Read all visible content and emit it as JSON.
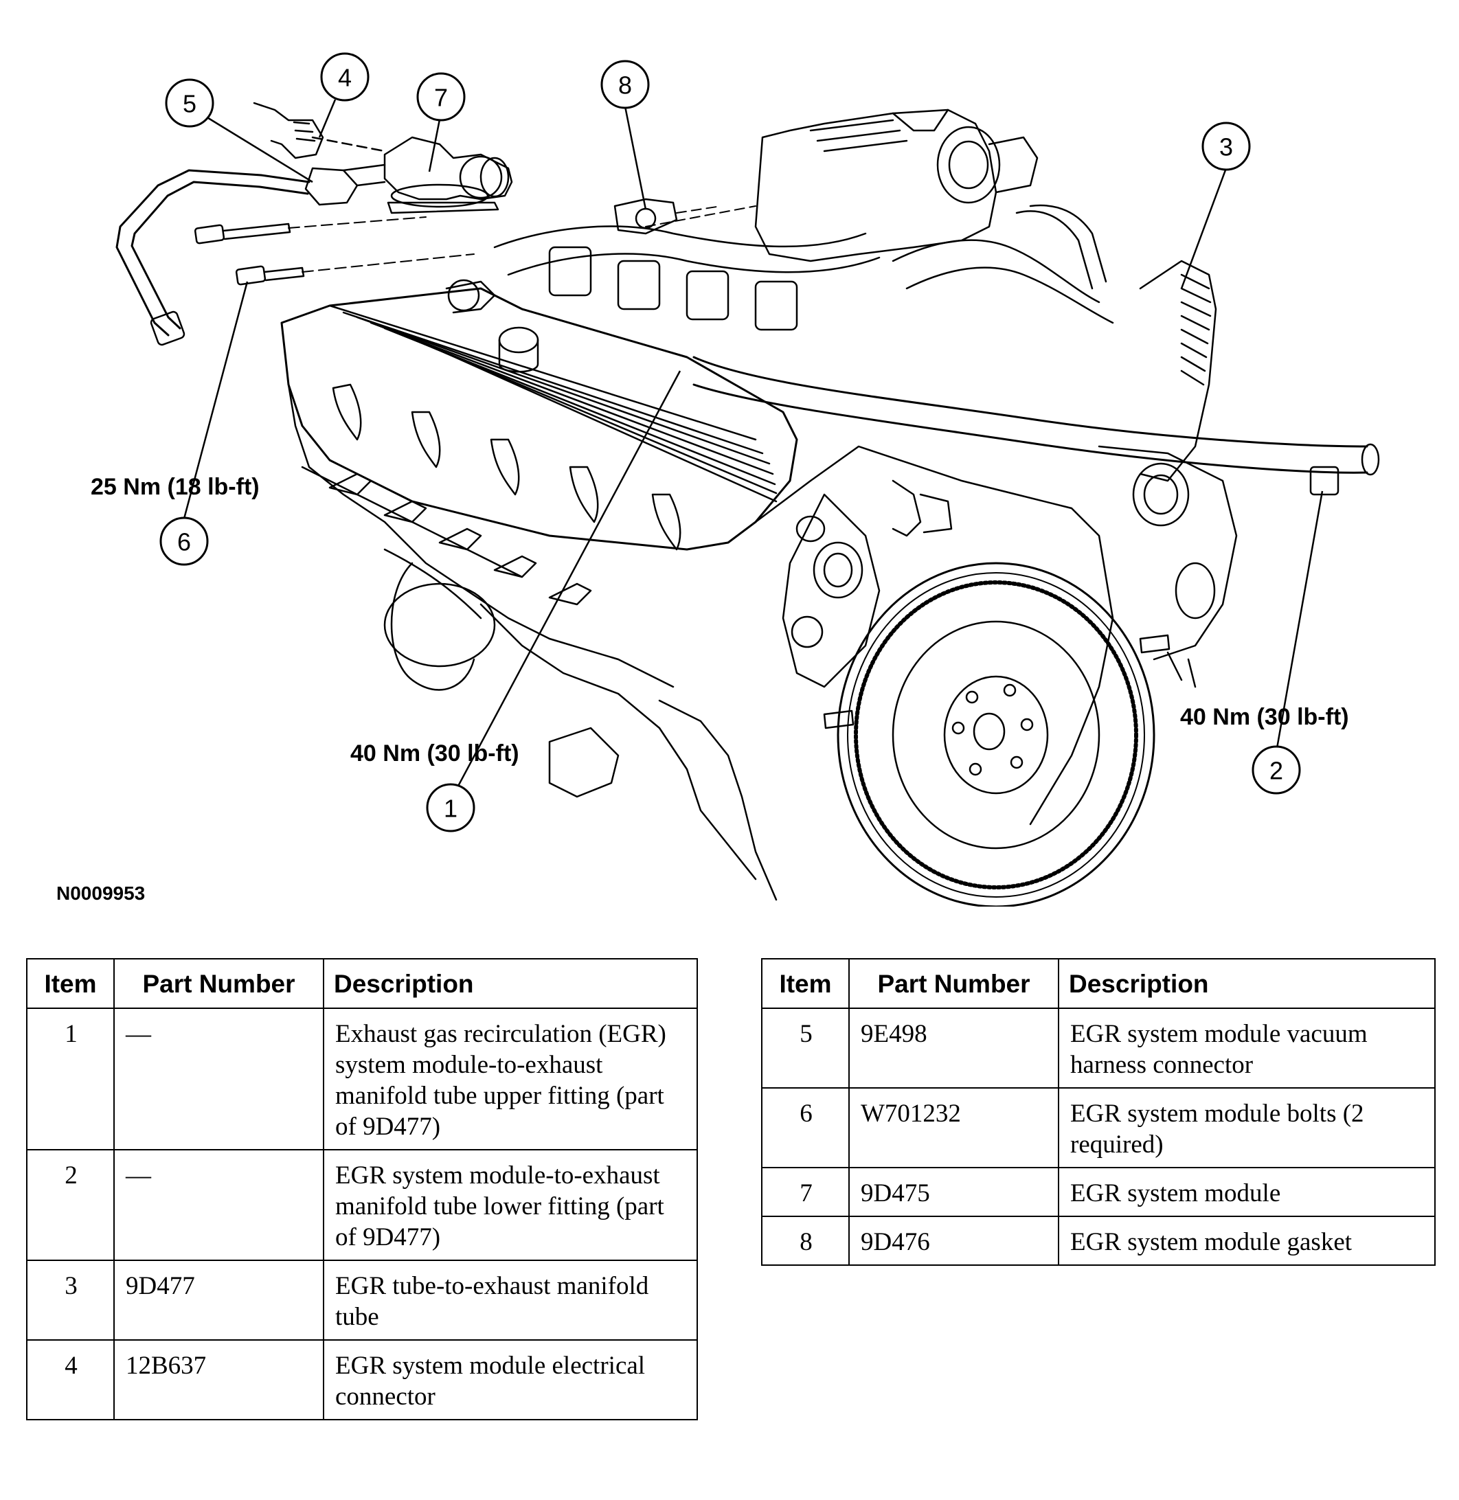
{
  "figure_id": "N0009953",
  "callouts": {
    "c1": {
      "number": "1",
      "torque": "40 Nm (30 lb-ft)"
    },
    "c2": {
      "number": "2",
      "torque": "40 Nm (30 lb-ft)"
    },
    "c3": {
      "number": "3"
    },
    "c4": {
      "number": "4"
    },
    "c5": {
      "number": "5"
    },
    "c6": {
      "number": "6",
      "torque": "25 Nm (18 lb-ft)"
    },
    "c7": {
      "number": "7"
    },
    "c8": {
      "number": "8"
    }
  },
  "table_headers": {
    "item": "Item",
    "part_number": "Part Number",
    "description": "Description"
  },
  "parts_left": [
    {
      "item": "1",
      "part_number": "—",
      "description": "Exhaust gas recirculation (EGR) system module-to-exhaust manifold tube upper fitting (part of 9D477)"
    },
    {
      "item": "2",
      "part_number": "—",
      "description": "EGR system module-to-exhaust manifold tube lower fitting (part of 9D477)"
    },
    {
      "item": "3",
      "part_number": "9D477",
      "description": "EGR tube-to-exhaust manifold tube"
    },
    {
      "item": "4",
      "part_number": "12B637",
      "description": "EGR system module electrical connector"
    }
  ],
  "parts_right": [
    {
      "item": "5",
      "part_number": "9E498",
      "description": "EGR system module vacuum harness connector"
    },
    {
      "item": "6",
      "part_number": "W701232",
      "description": "EGR system module bolts (2 required)"
    },
    {
      "item": "7",
      "part_number": "9D475",
      "description": "EGR system module"
    },
    {
      "item": "8",
      "part_number": "9D476",
      "description": "EGR system module gasket"
    }
  ]
}
